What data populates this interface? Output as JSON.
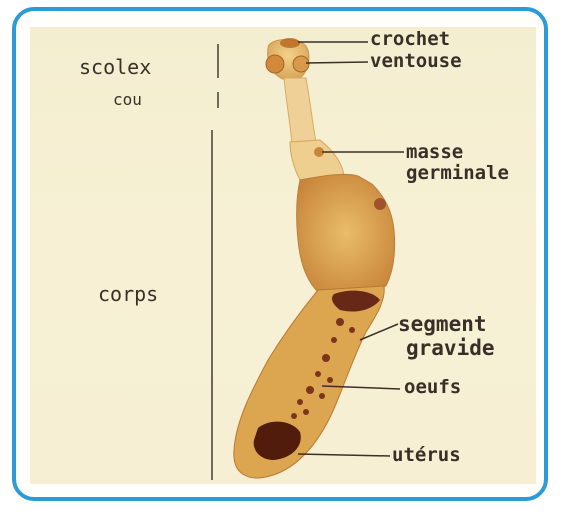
{
  "colors": {
    "frame": "#2e9ad6",
    "worm_light": "#e8c476",
    "worm_dark": "#5a1b10",
    "uterus": "#4a1408"
  },
  "labels": {
    "left": {
      "scolex": "scolex",
      "cou": "cou",
      "corps": "corps"
    },
    "right": {
      "crochet": "crochet",
      "ventouse": "ventouse",
      "masse_line1": "masse",
      "masse_line2": "germinale",
      "segment_line1": "segment",
      "segment_line2": "gravide",
      "oeufs": "oeufs",
      "uterus": "utérus"
    }
  }
}
